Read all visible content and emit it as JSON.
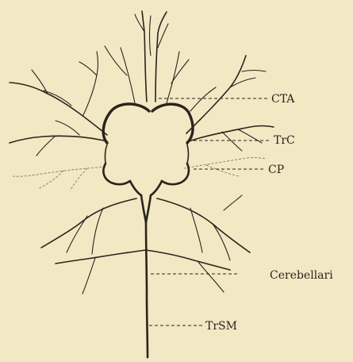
{
  "labels": {
    "cta": "CTA",
    "trc": "TrC",
    "cp": "CP",
    "cerebellari": "Cerebellari",
    "trsm": "TrSM"
  }
}
